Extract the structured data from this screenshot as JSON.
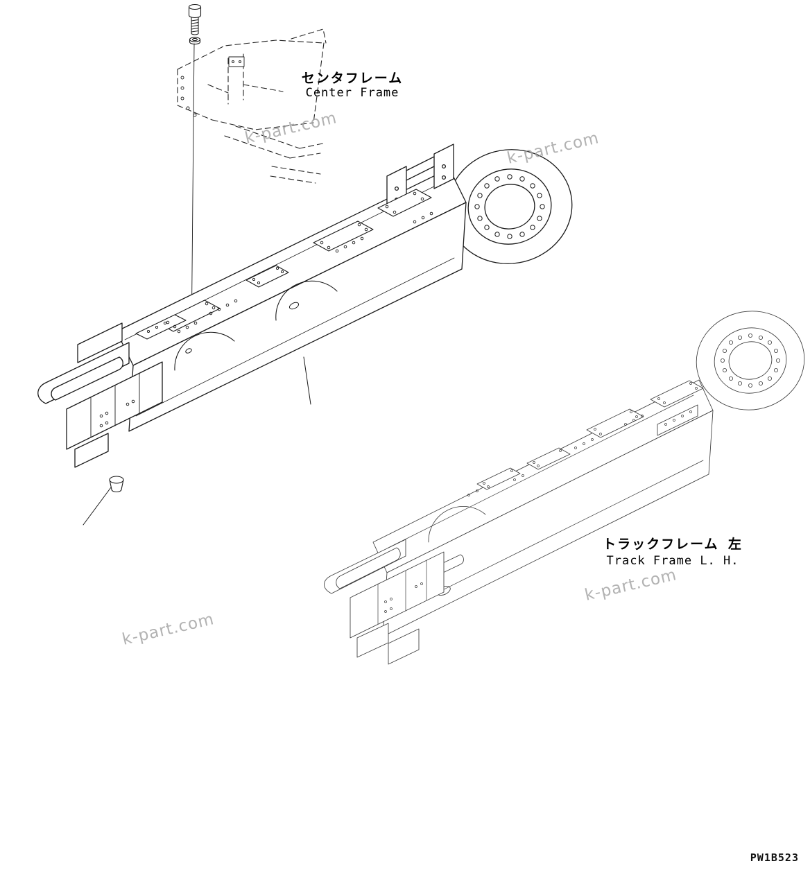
{
  "labels": {
    "center_frame_jp": "センタフレーム",
    "center_frame_en": "Center Frame",
    "track_frame_jp": "トラックフレーム 左",
    "track_frame_en": "Track Frame L. H.",
    "drawing_code": "PW1B523"
  },
  "watermark": {
    "text": "k-part.com"
  },
  "colors": {
    "background": "#ffffff",
    "main_line": "#1a1a1a",
    "light_line": "#3a3a3a",
    "watermark": "#a0a0a0"
  }
}
